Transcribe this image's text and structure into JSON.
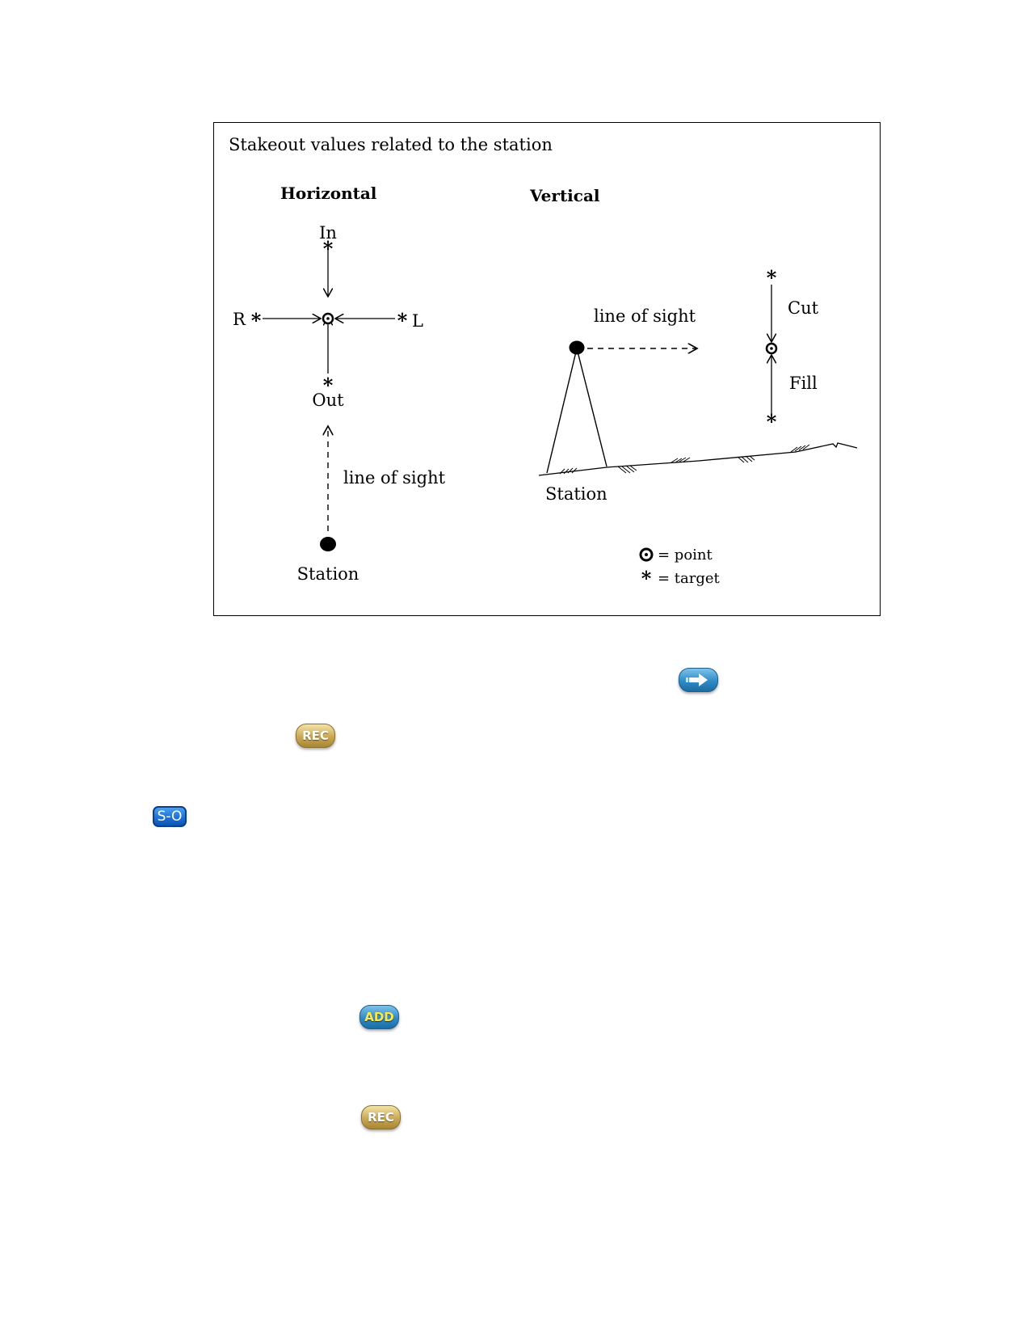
{
  "diagram": {
    "title": "Stakeout values related to the station",
    "horizontal": {
      "heading": "Horizontal",
      "label_in": "In",
      "label_out": "Out",
      "label_r": "R",
      "label_l": "L",
      "line_of_sight": "line of sight",
      "station": "Station"
    },
    "vertical": {
      "heading": "Vertical",
      "line_of_sight": "line of sight",
      "label_cut": "Cut",
      "label_fill": "Fill",
      "station": "Station"
    },
    "legend": {
      "point": "= point",
      "target": "= target"
    }
  },
  "buttons": {
    "next_icon": "right-arrow-icon",
    "rec_label": "REC",
    "so_label": "S-O",
    "add_label": "ADD"
  },
  "colors": {
    "blue_button": "#2f8bc8",
    "gold_button": "#c9a855",
    "so_button": "#1a6fd4"
  }
}
